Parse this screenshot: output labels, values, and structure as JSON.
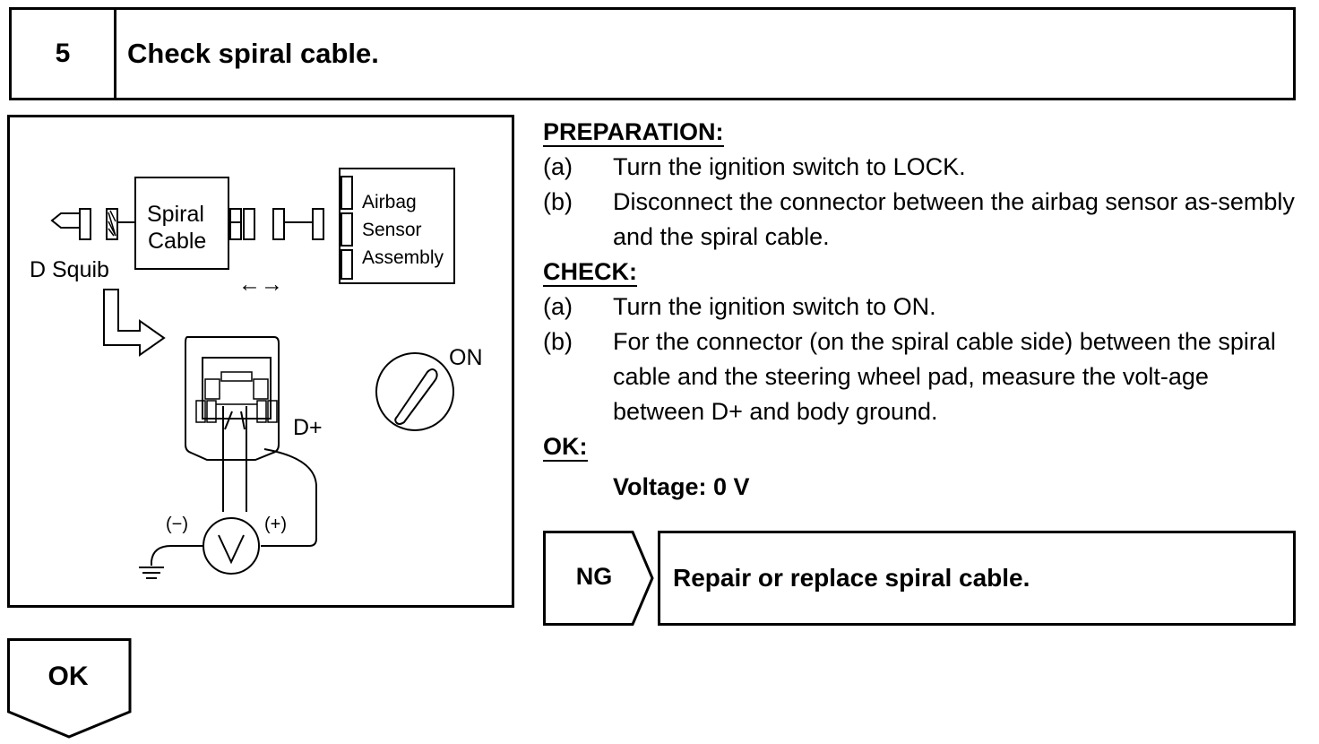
{
  "header": {
    "step_number": "5",
    "title": "Check spiral cable."
  },
  "figure": {
    "label_spiral": "Spiral",
    "label_cable": "Cable",
    "label_airbag": "Airbag",
    "label_sensor": "Sensor",
    "label_assembly": "Assembly",
    "label_d_squib": "D Squib",
    "label_arrows": "←→",
    "label_on": "ON",
    "label_d_plus": "D+",
    "label_minus": "(−)",
    "label_plus": "(+)"
  },
  "preparation": {
    "heading": "PREPARATION:",
    "steps": [
      {
        "mark": "(a)",
        "text": "Turn the ignition switch to LOCK."
      },
      {
        "mark": "(b)",
        "text": "Disconnect the connector between the airbag sensor as-sembly and the spiral cable."
      }
    ]
  },
  "check": {
    "heading": "CHECK:",
    "steps": [
      {
        "mark": "(a)",
        "text": "Turn the ignition switch to ON."
      },
      {
        "mark": "(b)",
        "text": "For the connector (on the spiral cable side) between the spiral cable and the steering wheel pad, measure the volt-age between D+ and body ground."
      }
    ]
  },
  "ok_spec": {
    "heading": "OK:",
    "value": "Voltage: 0 V"
  },
  "ng_result": {
    "label": "NG",
    "action": "Repair or replace spiral cable."
  },
  "ok_result": {
    "label": "OK"
  }
}
